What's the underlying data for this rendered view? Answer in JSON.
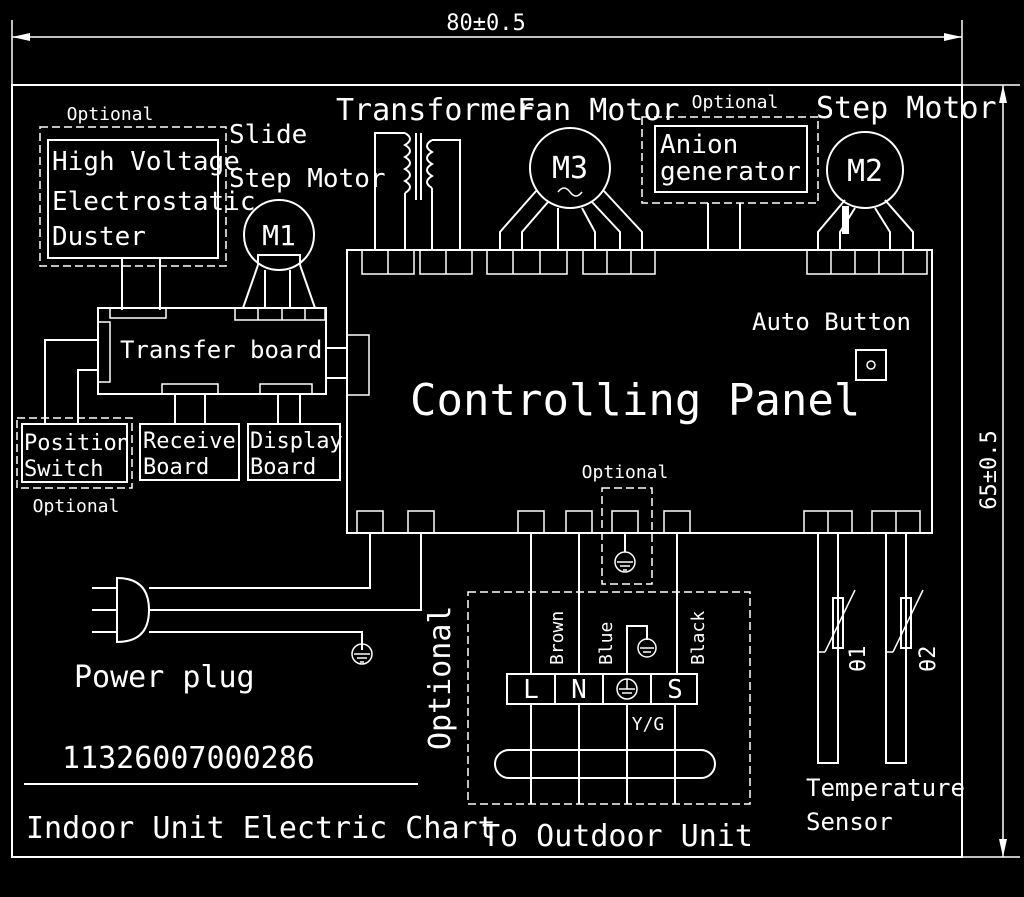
{
  "dimensions": {
    "width_label": "80±0.5",
    "height_label": "65±0.5"
  },
  "labels": {
    "optional_duster": "Optional",
    "hv_line1": "High Voltage",
    "hv_line2": "Electrostatic",
    "hv_line3": "Duster",
    "slide": "Slide",
    "step_motor_1": "Step Motor",
    "m1": "M1",
    "transformer": "Transformer",
    "fan_motor": "Fan Motor",
    "m3": "M3",
    "optional_anion": "Optional",
    "anion_line1": "Anion",
    "anion_line2": "generator",
    "step_motor_2": "Step Motor",
    "m2": "M2",
    "auto_button": "Auto Button",
    "transfer_board": "Transfer board",
    "controlling_panel": "Controlling Panel",
    "position_line1": "Position",
    "position_line2": "Switch",
    "optional_position": "Optional",
    "receive_line1": "Receive",
    "receive_line2": "Board",
    "display_line1": "Display",
    "display_line2": "Board",
    "optional_ground": "Optional",
    "wire_brown": "Brown",
    "wire_blue": "Blue",
    "wire_black": "Black",
    "optional_outdoor": "Optional",
    "term_l": "L",
    "term_n": "N",
    "term_s": "S",
    "yg": "Y/G",
    "power_plug": "Power plug",
    "part_number": "11326007000286",
    "chart_title": "Indoor Unit Electric Chart",
    "to_outdoor": "To Outdoor Unit",
    "temp_line1": "Temperature",
    "temp_line2": "Sensor",
    "theta1": "θ1",
    "theta2": "θ2"
  },
  "colors": {
    "background": "#000000",
    "line": "#ffffff"
  }
}
